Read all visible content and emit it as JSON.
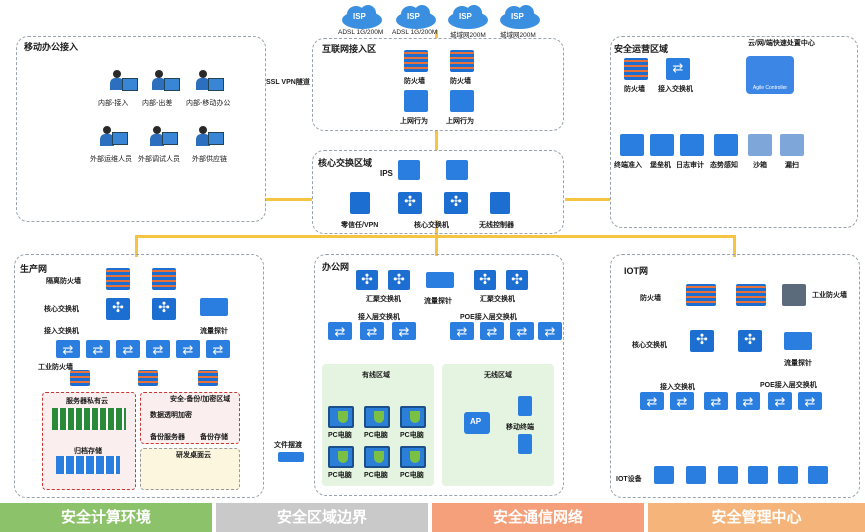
{
  "isp": [
    {
      "name": "ISP",
      "label": "ADSL 1G/200M"
    },
    {
      "name": "ISP",
      "label": "ADSL 1G/200M"
    },
    {
      "name": "ISP",
      "label": "城域网200M"
    },
    {
      "name": "ISP",
      "label": "城域网200M"
    }
  ],
  "zones": {
    "mobile": {
      "title": "移动办公接入"
    },
    "internet": {
      "title": "互联网接入区"
    },
    "core": {
      "title": "核心交换区域"
    },
    "secops": {
      "title": "安全运营区域"
    },
    "production": {
      "title": "生产网"
    },
    "office": {
      "title": "办公网"
    },
    "iot": {
      "title": "IOT网"
    }
  },
  "mobile": {
    "internal": [
      "内部-接入",
      "内部-出差",
      "内部-移动办公"
    ],
    "external": [
      "外部运维人员",
      "外部调试人员",
      "外部供应链"
    ],
    "vpn_label": "SSL VPN隧道"
  },
  "internet": {
    "firewall": "防火墙",
    "behavior": "上网行为"
  },
  "core": {
    "ips": "IPS",
    "zero_trust": "零信任/VPN",
    "core_switch": "核心交换机",
    "wlc": "无线控制器"
  },
  "secops": {
    "firewall": "防火墙",
    "access_switch": "接入交换机",
    "cloud_center": "云/网/端快速处置中心",
    "controller": "Agile Controller",
    "devices": [
      "终端准入",
      "堡垒机",
      "日志审计",
      "态势感知",
      "沙箱",
      "漏扫"
    ]
  },
  "production": {
    "isolation_fw": "隔离防火墙",
    "core_switch": "核心交换机",
    "access_switch": "接入交换机",
    "industrial_fw": "工业防火墙",
    "probe": "流量探针",
    "server_cloud": "服务器私有云",
    "backup_zone": "安全-备份/加密区域",
    "db_encrypt": "数据透明加密",
    "backup_server": "备份服务器",
    "backup_storage": "备份存储",
    "archive_storage": "归档存储",
    "rnd_desktop": "研发桌面云",
    "file_ferry": "文件摆渡"
  },
  "office": {
    "agg_switch_1": "汇聚交换机",
    "agg_switch_2": "汇聚交换机",
    "probe": "流量探针",
    "access_switch": "接入层交换机",
    "poe_switch": "POE接入层交换机",
    "wired": "有线区域",
    "wireless": "无线区域",
    "pc": "PC电脑",
    "ap": "AP",
    "mobile": "移动终端"
  },
  "iot": {
    "firewall": "防火墙",
    "industrial_fw": "工业防火墙",
    "core_switch": "核心交换机",
    "probe": "流量探针",
    "access_switch": "接入交换机",
    "poe_switch": "POE接入层交换机",
    "devices": "IOT设备"
  },
  "footer": [
    {
      "label": "安全计算环境",
      "color": "#8cc26a"
    },
    {
      "label": "安全区域边界",
      "color": "#c9c9c9"
    },
    {
      "label": "安全通信网络",
      "color": "#f5a07a"
    },
    {
      "label": "安全管理中心",
      "color": "#f5b57a"
    }
  ]
}
